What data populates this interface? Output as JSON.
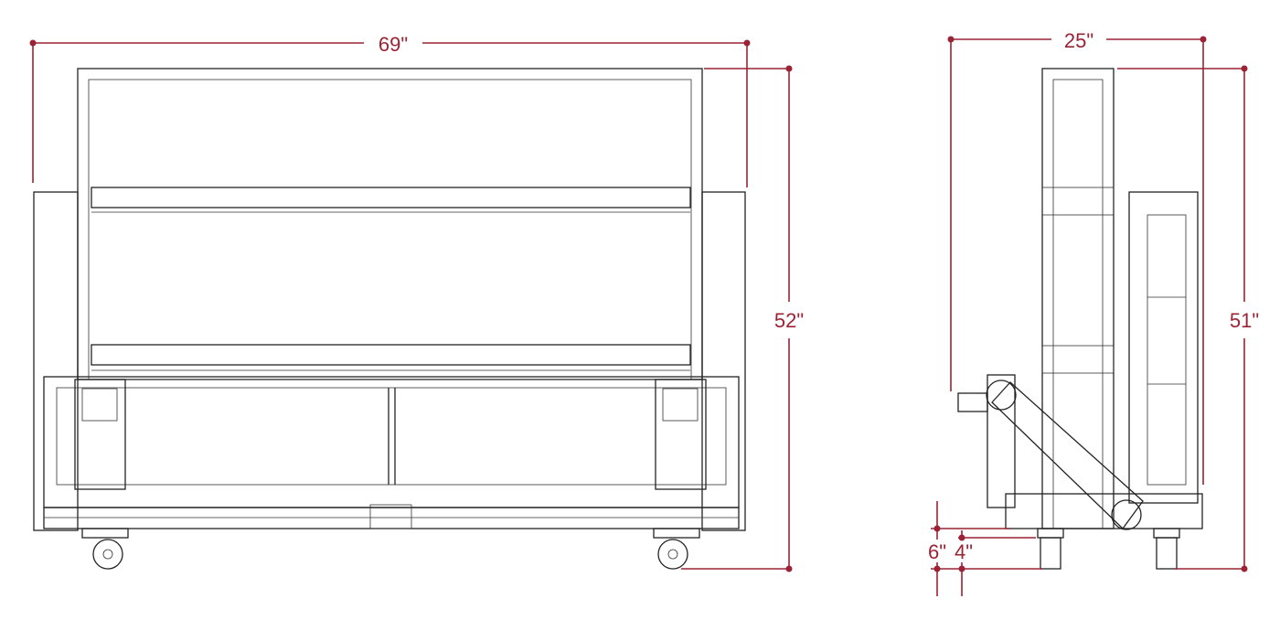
{
  "front_view": {
    "width_label": "69\"",
    "height_label": "52\""
  },
  "side_view": {
    "depth_label": "25\"",
    "height_label": "51\"",
    "base_clearance_label": "6\"",
    "caster_clearance_label": "4\""
  },
  "colors": {
    "dimension": "#9b2335",
    "linework": "#222222"
  }
}
